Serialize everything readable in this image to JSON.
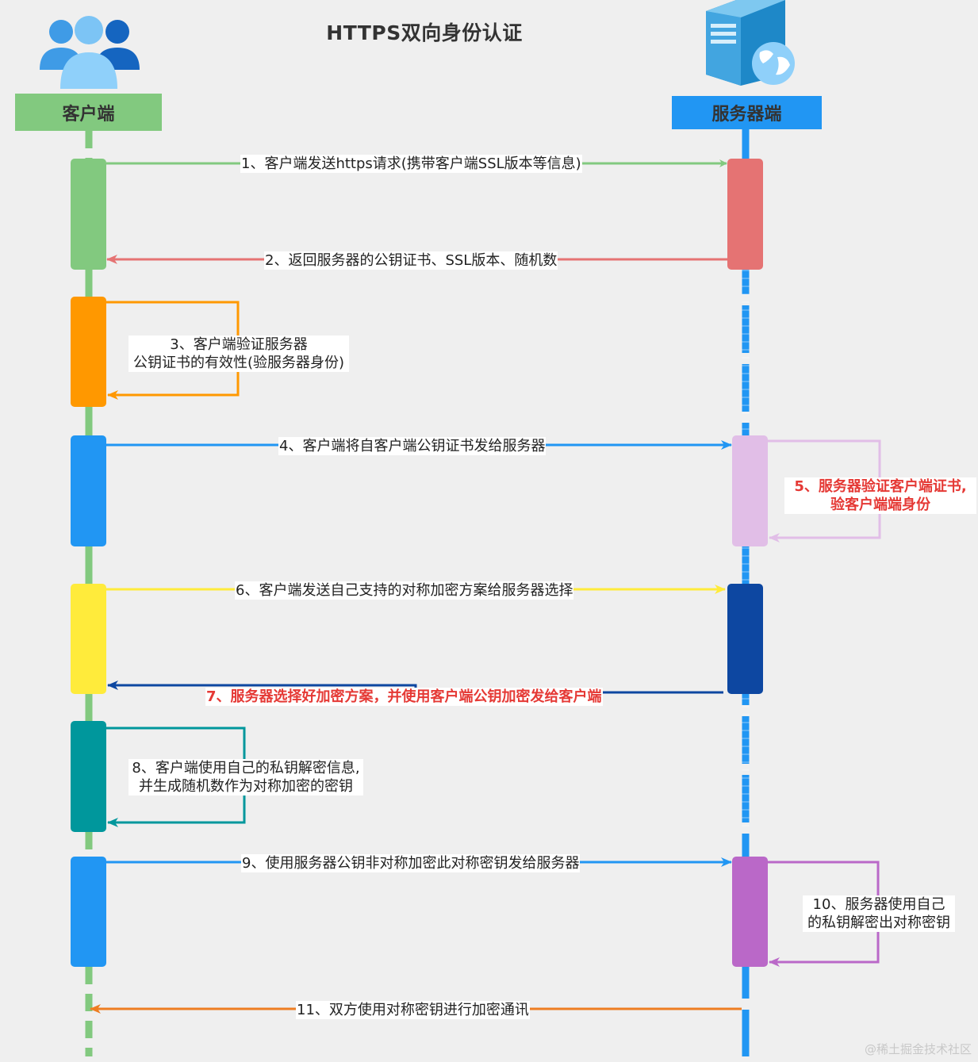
{
  "title": "HTTPS双向身份认证",
  "actors": {
    "client": "客户端",
    "server": "服务器端"
  },
  "colors": {
    "client": "#82c97f",
    "server": "#2196f3",
    "step1_box": "#e57373",
    "step3": "#ff9800",
    "step4": "#2196f3",
    "step5": "#e1bee7",
    "step6": "#ffeb3b",
    "step7": "#0d47a1",
    "step8": "#00979c",
    "step10": "#ba68c8",
    "step11": "#ee7d22",
    "highlight_text": "#e53935"
  },
  "steps": [
    {
      "id": 1,
      "text": "1、客户端发送https请求(携带客户端SSL版本等信息)"
    },
    {
      "id": 2,
      "text": "2、返回服务器的公钥证书、SSL版本、随机数"
    },
    {
      "id": 3,
      "lines": [
        "3、客户端验证服务器",
        "公钥证书的有效性(验服务器身份)"
      ]
    },
    {
      "id": 4,
      "text": "4、客户端将自客户端公钥证书发给服务器"
    },
    {
      "id": 5,
      "lines": [
        "5、服务器验证客户端证书,",
        "验客户端端身份"
      ]
    },
    {
      "id": 6,
      "text": "6、客户端发送自己支持的对称加密方案给服务器选择"
    },
    {
      "id": 7,
      "text": "7、服务器选择好加密方案，并使用客户端公钥加密发给客户端"
    },
    {
      "id": 8,
      "lines": [
        "8、客户端使用自己的私钥解密信息,",
        "并生成随机数作为对称加密的密钥"
      ]
    },
    {
      "id": 9,
      "text": "9、使用服务器公钥非对称加密此对称密钥发给服务器"
    },
    {
      "id": 10,
      "lines": [
        "10、服务器使用自己",
        "的私钥解密出对称密钥"
      ]
    },
    {
      "id": 11,
      "text": "11、双方使用对称密钥进行加密通讯"
    }
  ],
  "watermark": "@稀土掘金技术社区",
  "icons": {
    "client": "users-group-icon",
    "server": "server-globe-icon"
  }
}
